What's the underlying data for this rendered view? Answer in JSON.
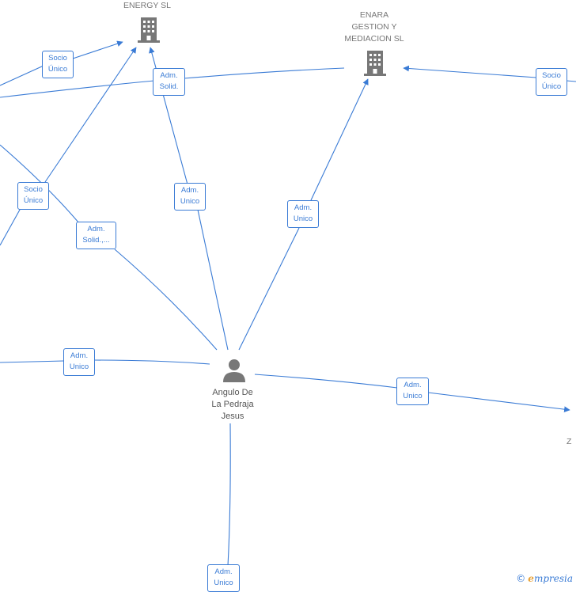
{
  "nodes": {
    "energy": {
      "label": "ENERGY  SL"
    },
    "enara": {
      "label": "ENARA\nGESTION Y\nMEDIACION SL"
    },
    "person": {
      "label": "Angulo De\nLa Pedraja\nJesus"
    },
    "right_partial": {
      "label": "Z"
    }
  },
  "edges": [
    {
      "id": "socio-unico-top-left",
      "label": "Socio\nÚnico"
    },
    {
      "id": "adm-solid-top",
      "label": "Adm.\nSolid."
    },
    {
      "id": "socio-unico-right",
      "label": "Socio\nÚnico"
    },
    {
      "id": "socio-unico-mid-left",
      "label": "Socio\nÚnico"
    },
    {
      "id": "adm-unico-energy",
      "label": "Adm.\nUnico"
    },
    {
      "id": "adm-unico-enara",
      "label": "Adm.\nUnico"
    },
    {
      "id": "adm-solid-mid",
      "label": "Adm.\nSolid.,..."
    },
    {
      "id": "adm-unico-left",
      "label": "Adm.\nUnico"
    },
    {
      "id": "adm-unico-right",
      "label": "Adm.\nUnico"
    },
    {
      "id": "adm-unico-bottom",
      "label": "Adm.\nUnico"
    }
  ],
  "brand": {
    "copyright": "©",
    "initial": "e",
    "name": "mpresia"
  },
  "colors": {
    "edge": "#3a7bd5",
    "icon": "#777777"
  }
}
